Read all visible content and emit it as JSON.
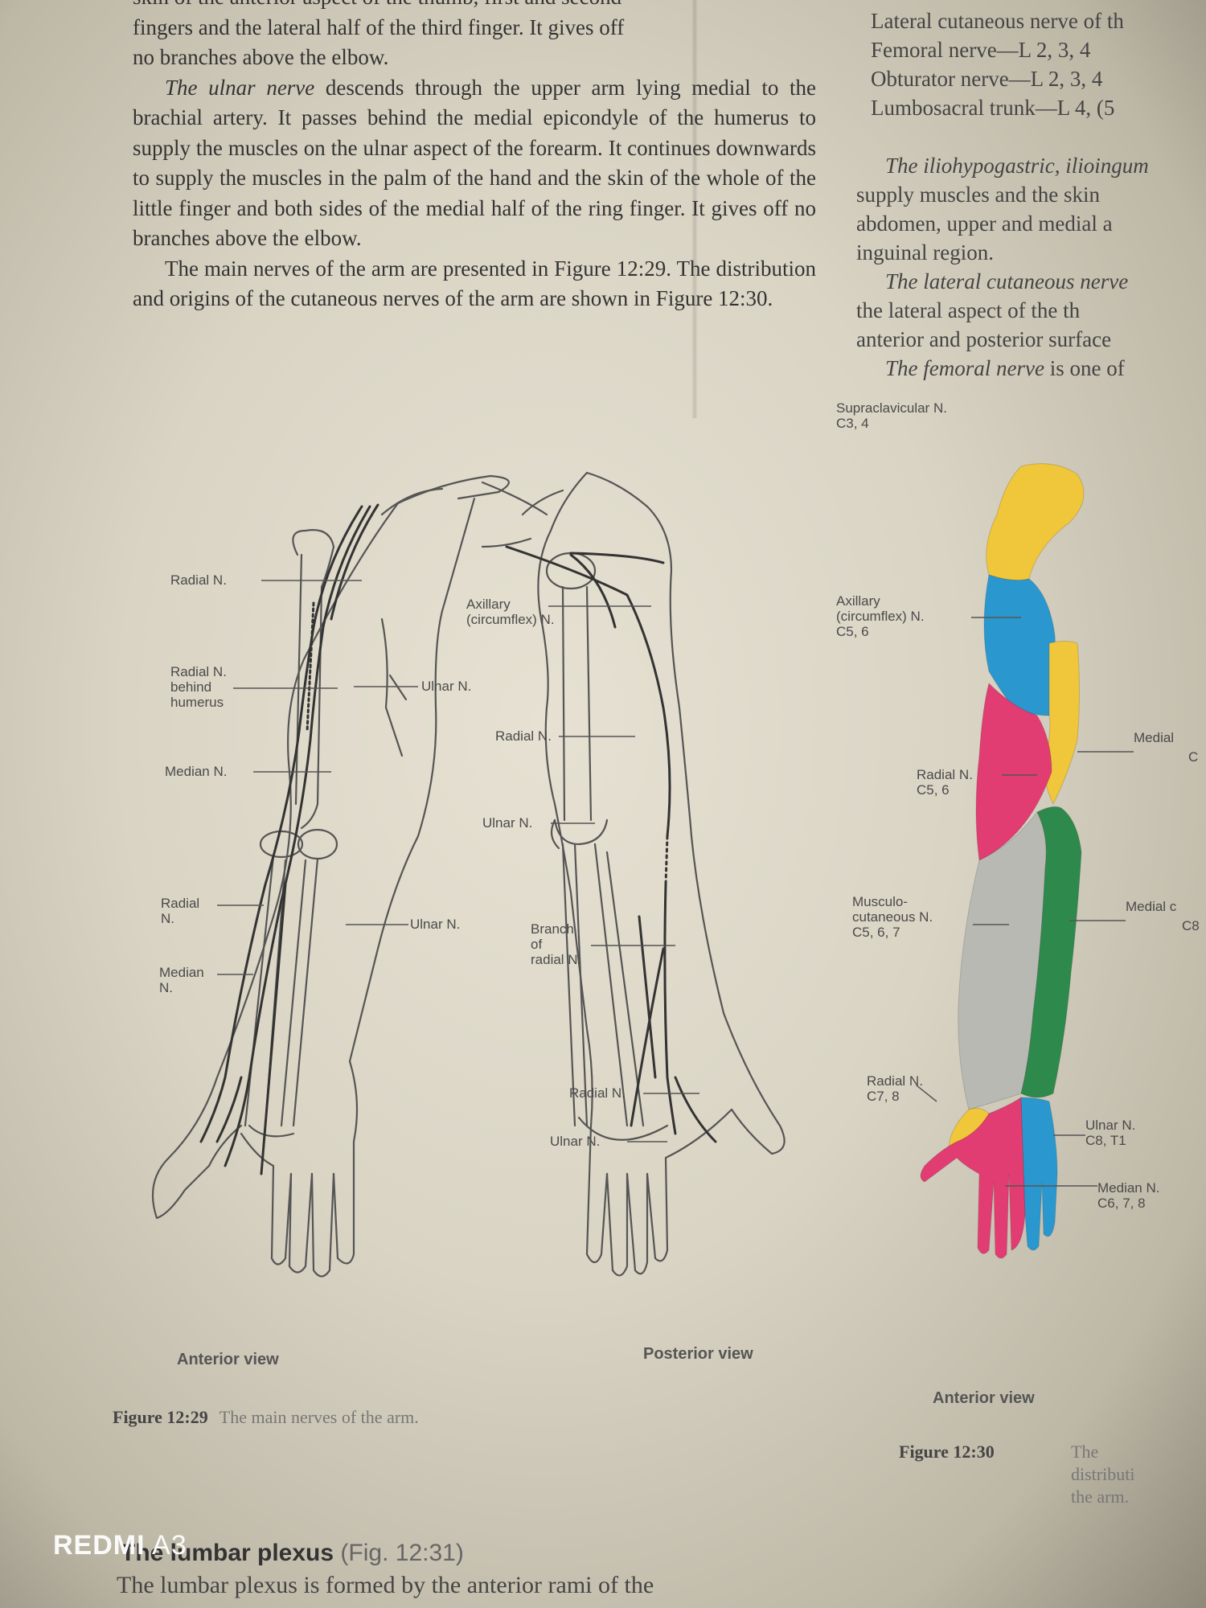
{
  "left_column": {
    "p1_line_a": "skin of the anterior aspect of the thumb, first and second",
    "p1_line_b": "fingers and the lateral half of the third finger. It gives off",
    "p1_line_c": "no branches above the elbow.",
    "p2_italic": "The ulnar nerve",
    "p2_rest": " descends through the upper arm lying medial to the brachial artery. It passes behind the medial epicondyle of the humerus to supply the muscles on the ulnar aspect of the forearm. It continues downwards to supply the muscles in the palm of the hand and the skin of the whole of the little finger and both sides of the medial half of the ring finger. It gives off no branches above the elbow.",
    "p3": "The main nerves of the arm are presented in Figure 12:29. The distribution and origins of the cutaneous nerves of the arm are shown in Figure 12:30."
  },
  "right_column": {
    "list": [
      "Lateral cutaneous nerve of th",
      "Femoral nerve—L 2, 3, 4",
      "Obturator nerve—L 2, 3, 4",
      "Lumbosacral trunk—L 4, (5"
    ],
    "p1_italic": "The iliohypogastric, ilioingum",
    "p1_lines": [
      "supply muscles and the skin",
      "abdomen, upper and medial a",
      "inguinal region."
    ],
    "p2_italic": "The lateral cutaneous nerve",
    "p2_lines": [
      "the lateral aspect of the th",
      "anterior and posterior surface"
    ],
    "p3_italic": "The femoral nerve",
    "p3_rest": " is one of"
  },
  "figure_12_29": {
    "labels": {
      "radial_1": "Radial N.",
      "radial_behind": "Radial N.\nbehind\nhumerus",
      "median_1": "Median N.",
      "radial_2": "Radial\nN.",
      "median_2": "Median\nN.",
      "ulnar_1": "Ulnar N.",
      "ulnar_2": "Ulnar N.",
      "axillary": "Axillary\n(circumflex) N.",
      "radial_post": "Radial N.",
      "ulnar_post": "Ulnar N.",
      "branch_radial": "Branch\nof\nradial N.",
      "radial_post_2": "Radial N.",
      "ulnar_post_2": "Ulnar N."
    },
    "anterior_view": "Anterior view",
    "posterior_view": "Posterior view",
    "caption_num": "Figure 12:29",
    "caption_text": "The main nerves of the arm."
  },
  "figure_12_30": {
    "labels": {
      "supraclavicular": "Supraclavicular N.\nC3, 4",
      "axillary": "Axillary\n(circumflex) N.\nC5, 6",
      "radial_upper": "Radial N.\nC5, 6",
      "musculocutaneous": "Musculo-\ncutaneous N.\nC5, 6, 7",
      "radial_lower": "Radial N.\nC7, 8",
      "medial_1": "Medial",
      "medial_1b": "C",
      "medial_2": "Medial c",
      "medial_2b": "C8",
      "ulnar": "Ulnar N.\nC8, T1",
      "median": "Median N.\nC6, 7, 8"
    },
    "anterior_view": "Anterior view",
    "caption_num": "Figure 12:30",
    "caption_text": "The distributi\nthe arm.",
    "colors": {
      "yellow": "#f0c63a",
      "blue": "#2a98cf",
      "magenta": "#e23d72",
      "grey": "#b9b9b4",
      "green": "#2e8a4c"
    }
  },
  "bottom": {
    "heading_bold": "The lumbar plexus",
    "heading_ref": "(Fig. 12:31)",
    "line": "The lumbar plexus is formed by the anterior rami of the"
  },
  "watermark": {
    "brand": "REDMI",
    "model": "A3"
  }
}
